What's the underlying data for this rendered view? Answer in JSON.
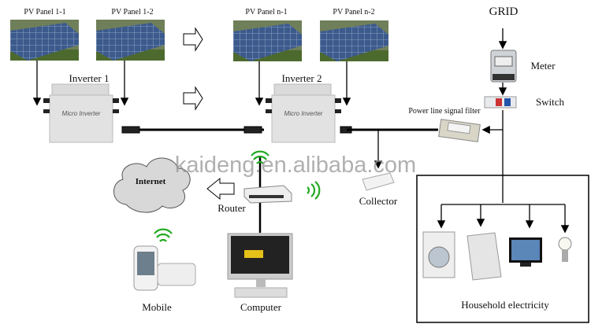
{
  "panels": [
    {
      "label": "PV Panel 1-1"
    },
    {
      "label": "PV Panel 1-2"
    },
    {
      "label": "PV Panel n-1"
    },
    {
      "label": "PV Panel n-2"
    }
  ],
  "inverters": [
    {
      "label": "Inverter 1",
      "body_text": "Micro Inverter"
    },
    {
      "label": "Inverter 2",
      "body_text": "Micro Inverter"
    }
  ],
  "grid": {
    "label": "GRID",
    "meter": "Meter",
    "switch": "Switch",
    "filter": "Power line signal filter"
  },
  "collector": "Collector",
  "router": "Router",
  "internet": "Internet",
  "mobile": "Mobile",
  "computer": "Computer",
  "household": "Household electricity",
  "watermark": "kaideng.en.alibaba.com",
  "colors": {
    "wifi": "#22aa22",
    "panel": "#3c5a8c",
    "device": "#d8d8d8",
    "line": "#000000"
  }
}
